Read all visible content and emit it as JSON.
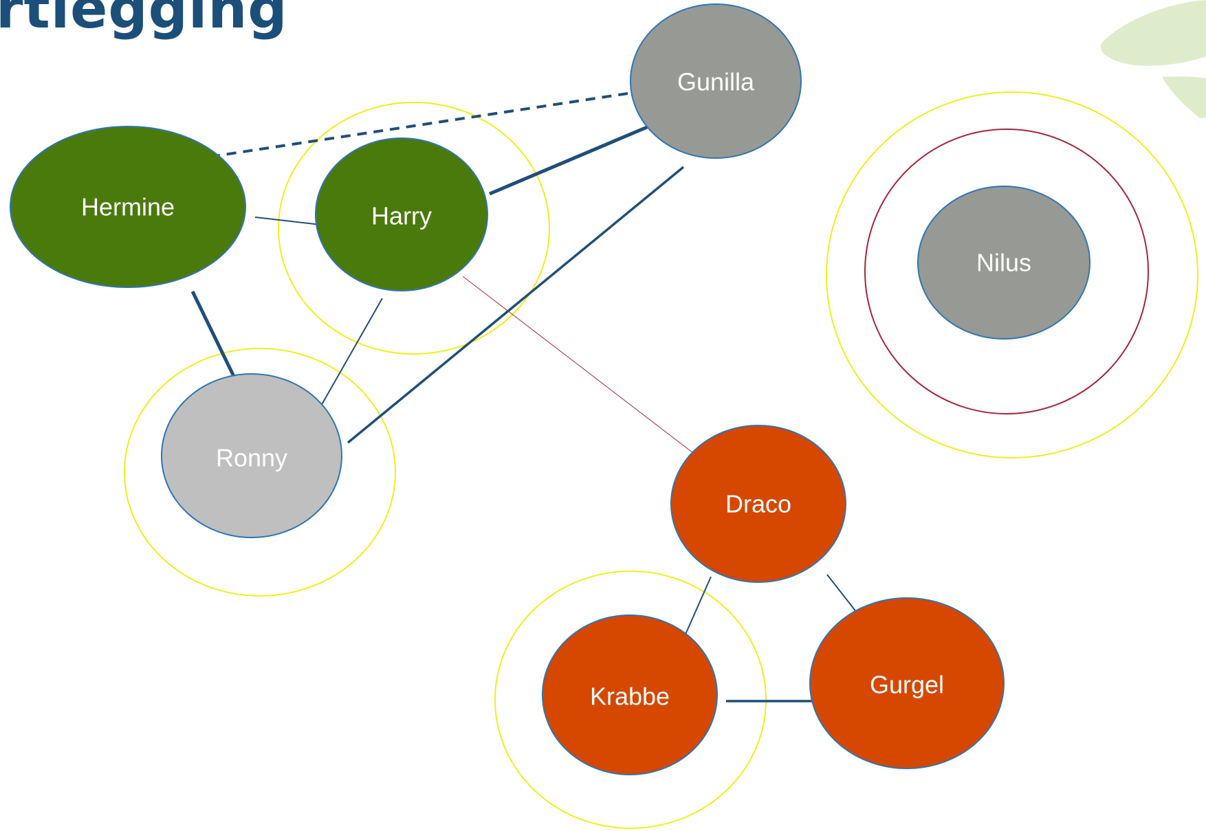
{
  "page": {
    "title": "rtlegging"
  },
  "colors": {
    "title": "#1b4f7a",
    "green_node": "#4b7a0c",
    "gray_node": "#979994",
    "light_gray_node": "#bfbfbf",
    "orange_node": "#d64700",
    "node_border": "#2e75b6",
    "edge": "#1f4e79",
    "ring_yellow": "#f2ee1a",
    "ring_red": "#a8243a",
    "leaf": "#dfeccb"
  },
  "nodes": {
    "hermine": {
      "label": "Hermine"
    },
    "harry": {
      "label": "Harry"
    },
    "gunilla": {
      "label": "Gunilla"
    },
    "ronny": {
      "label": "Ronny"
    },
    "nilus": {
      "label": "Nilus"
    },
    "draco": {
      "label": "Draco"
    },
    "krabbe": {
      "label": "Krabbe"
    },
    "gurgel": {
      "label": "Gurgel"
    }
  },
  "edges": [
    {
      "from": "Hermine",
      "to": "Gunilla",
      "style": "dashed"
    },
    {
      "from": "Hermine",
      "to": "Harry",
      "style": "thin"
    },
    {
      "from": "Harry",
      "to": "Gunilla",
      "style": "thick"
    },
    {
      "from": "Gunilla",
      "to": "Ronny",
      "style": "medium"
    },
    {
      "from": "Hermine",
      "to": "Ronny",
      "style": "thick"
    },
    {
      "from": "Harry",
      "to": "Ronny",
      "style": "thin"
    },
    {
      "from": "Harry",
      "to": "Draco",
      "style": "thin-red"
    },
    {
      "from": "Draco",
      "to": "Krabbe",
      "style": "thin"
    },
    {
      "from": "Draco",
      "to": "Gurgel",
      "style": "thin"
    },
    {
      "from": "Krabbe",
      "to": "Gurgel",
      "style": "medium"
    }
  ]
}
